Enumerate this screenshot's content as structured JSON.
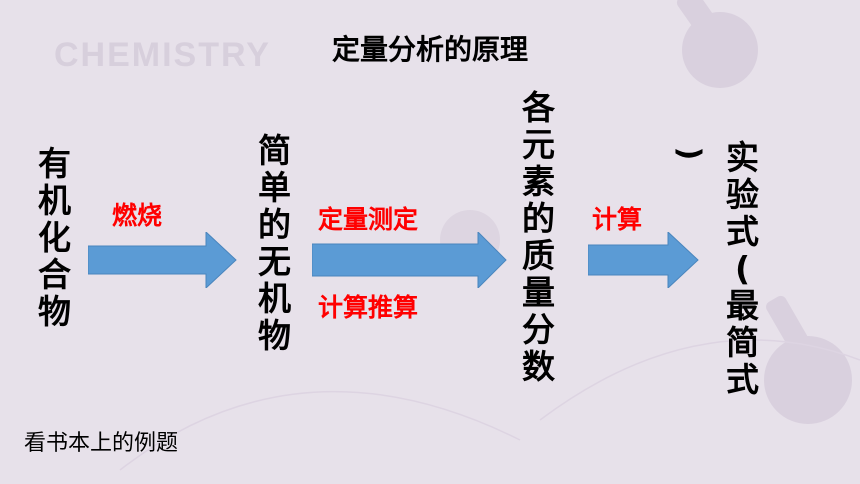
{
  "watermark": "CHEMISTRY",
  "title": "定量分析的原理",
  "nodes": [
    {
      "id": "organic",
      "chars": [
        "有",
        "机",
        "化",
        "合",
        "物"
      ]
    },
    {
      "id": "inorganic",
      "chars": [
        "简",
        "单",
        "的",
        "无",
        "机",
        "物"
      ]
    },
    {
      "id": "mass-fraction",
      "chars": [
        "各",
        "元",
        "素",
        "的",
        "质",
        "量",
        "分",
        "数"
      ]
    },
    {
      "id": "empirical",
      "chars": [
        "实",
        "验",
        "式",
        "(",
        "最",
        "简",
        "式"
      ]
    }
  ],
  "edge_labels": {
    "burn": "燃烧",
    "measure": "定量测定",
    "infer": "计算推算",
    "compute": "计算"
  },
  "rotated_paren": ")",
  "note": "看书本上的例题",
  "colors": {
    "arrow": "#5b9bd5",
    "label": "#ff0000"
  }
}
